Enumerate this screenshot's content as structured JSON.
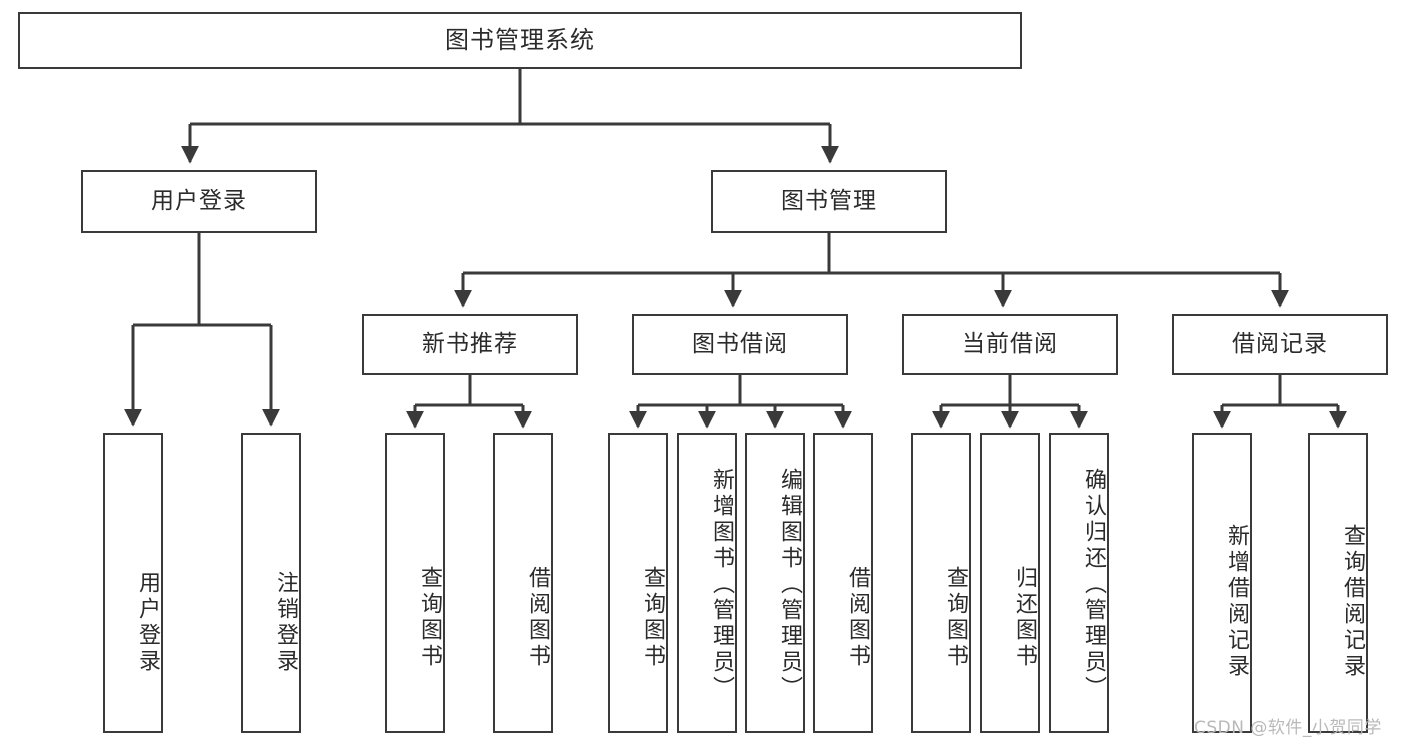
{
  "diagram": {
    "type": "tree",
    "title_text": "图书管理系统",
    "watermark": "CSDN @软件_小贺同学",
    "colors": {
      "stroke": "#3a3a3a",
      "fill": "#ffffff",
      "text": "#2b2b2b",
      "watermark": "#b9b9b9"
    },
    "levels": {
      "root": {
        "label": "图书管理系统"
      },
      "level2": [
        {
          "id": "user-login",
          "label": "用户登录"
        },
        {
          "id": "book-management",
          "label": "图书管理"
        }
      ],
      "level3": [
        {
          "id": "new-book-recommend",
          "label": "新书推荐",
          "parent": "book-management"
        },
        {
          "id": "book-borrow",
          "label": "图书借阅",
          "parent": "book-management"
        },
        {
          "id": "current-borrow",
          "label": "当前借阅",
          "parent": "book-management"
        },
        {
          "id": "borrow-record",
          "label": "借阅记录",
          "parent": "book-management"
        }
      ],
      "leaves": [
        {
          "id": "leaf-user-login",
          "label": "用户登录",
          "parent": "user-login"
        },
        {
          "id": "leaf-logout-login",
          "label": "注销登录",
          "parent": "user-login"
        },
        {
          "id": "leaf-query-book-1",
          "label": "查询图书",
          "parent": "new-book-recommend"
        },
        {
          "id": "leaf-borrow-book-1",
          "label": "借阅图书",
          "parent": "new-book-recommend"
        },
        {
          "id": "leaf-query-book-2",
          "label": "查询图书",
          "parent": "book-borrow"
        },
        {
          "id": "leaf-add-book",
          "label": "新增图书（管理员）",
          "parent": "book-borrow"
        },
        {
          "id": "leaf-edit-book",
          "label": "编辑图书（管理员）",
          "parent": "book-borrow"
        },
        {
          "id": "leaf-borrow-book-2",
          "label": "借阅图书",
          "parent": "book-borrow"
        },
        {
          "id": "leaf-query-book-3",
          "label": "查询图书",
          "parent": "current-borrow"
        },
        {
          "id": "leaf-return-book",
          "label": "归还图书",
          "parent": "current-borrow"
        },
        {
          "id": "leaf-confirm-return",
          "label": "确认归还（管理员）",
          "parent": "current-borrow"
        },
        {
          "id": "leaf-add-record",
          "label": "新增借阅记录",
          "parent": "borrow-record"
        },
        {
          "id": "leaf-query-record",
          "label": "查询借阅记录",
          "parent": "borrow-record"
        }
      ]
    }
  }
}
